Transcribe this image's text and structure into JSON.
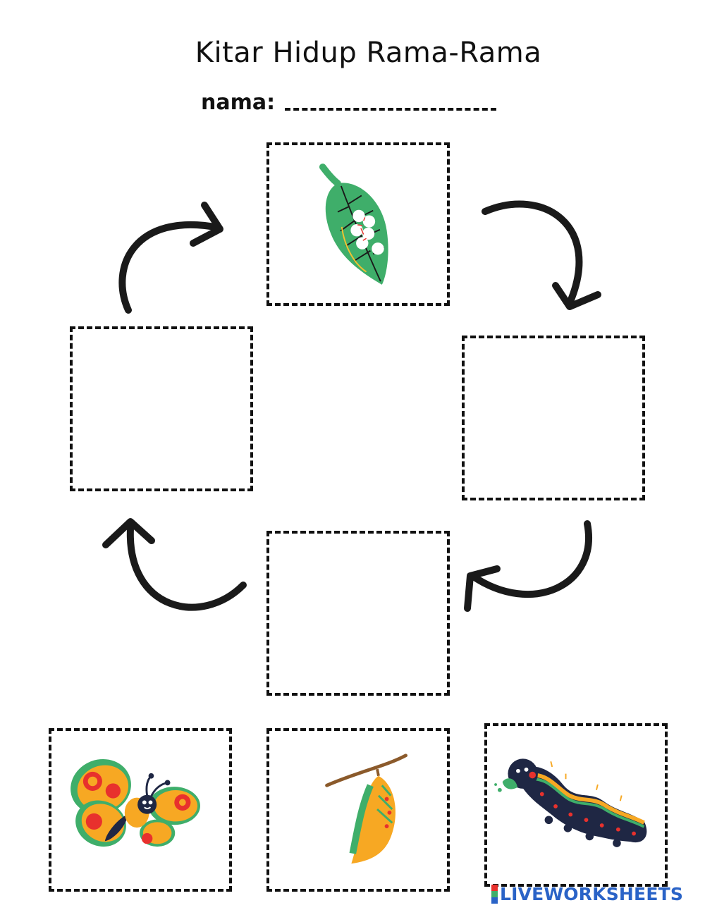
{
  "worksheet": {
    "title": "Kitar Hidup Rama-Rama",
    "name_label": "nama:"
  },
  "cycle_boxes": [
    {
      "id": "top",
      "content": "eggs-on-leaf"
    },
    {
      "id": "right",
      "content": "empty"
    },
    {
      "id": "bottom",
      "content": "empty"
    },
    {
      "id": "left",
      "content": "empty"
    }
  ],
  "answer_cards": [
    {
      "id": "card-1",
      "content": "butterfly"
    },
    {
      "id": "card-2",
      "content": "chrysalis"
    },
    {
      "id": "card-3",
      "content": "caterpillar"
    }
  ],
  "branding": {
    "text": "LIVEWORKSHEETS",
    "color": "#2a63c7"
  },
  "colors": {
    "leaf": "#3fae6a",
    "butterfly_orange": "#f7a823",
    "butterfly_red": "#e8312d",
    "caterpillar": "#1f2744"
  }
}
